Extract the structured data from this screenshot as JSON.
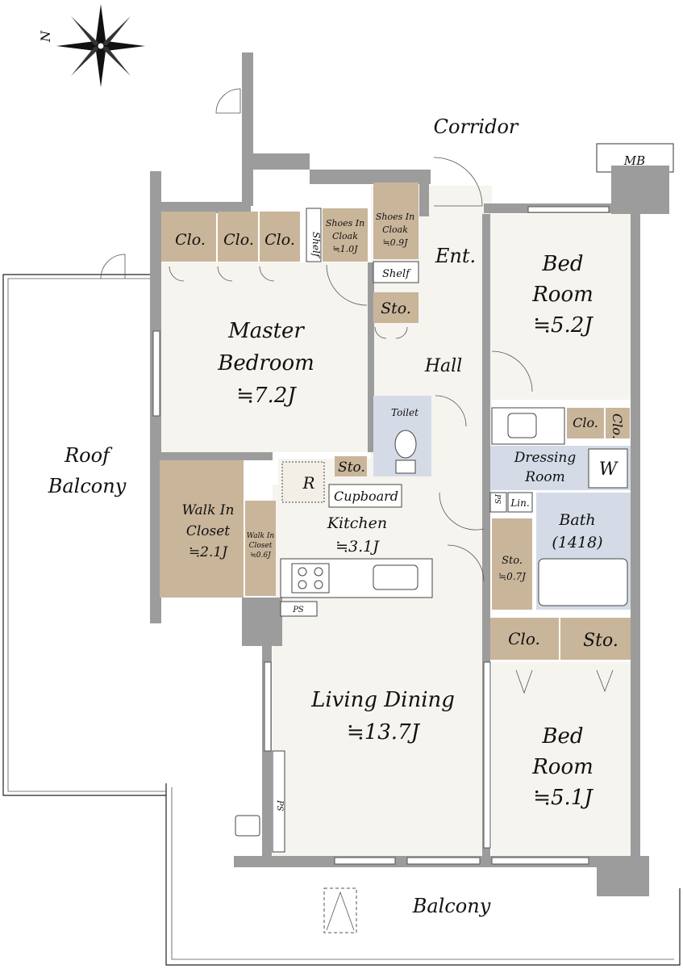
{
  "compass": {
    "north_label": "N"
  },
  "labels": {
    "corridor": "Corridor",
    "mb": "MB",
    "roof_balcony_1": "Roof",
    "roof_balcony_2": "Balcony",
    "balcony": "Balcony",
    "clo": "Clo.",
    "shelf": "Shelf",
    "shoes_cloak_a_1": "Shoes In",
    "shoes_cloak_a_2": "Cloak",
    "shoes_cloak_a_3": "≒1.0J",
    "shoes_cloak_b_1": "Shoes In",
    "shoes_cloak_b_2": "Cloak",
    "shoes_cloak_b_3": "≒0.9J",
    "ent": "Ent.",
    "sto": "Sto.",
    "hall": "Hall",
    "toilet": "Toilet",
    "master_1": "Master",
    "master_2": "Bedroom",
    "master_3": "≒7.2J",
    "bed1_1": "Bed",
    "bed1_2": "Room",
    "bed1_3": "≒5.2J",
    "dressing_1": "Dressing",
    "dressing_2": "Room",
    "washer": "W",
    "ps": "PS",
    "lin": "Lin.",
    "bath_1": "Bath",
    "bath_2": "(1418)",
    "sto_small_1": "Sto.",
    "sto_small_2": "≒0.7J",
    "wic_1": "Walk In",
    "wic_2": "Closet",
    "wic_3": "≒2.1J",
    "wic_small_1": "Walk In",
    "wic_small_2": "Closet",
    "wic_small_3": "≒0.6J",
    "fridge": "R",
    "cupboard": "Cupboard",
    "kitchen_1": "Kitchen",
    "kitchen_2": "≒3.1J",
    "living_1": "Living Dining",
    "living_2": "≒13.7J",
    "bed2_1": "Bed",
    "bed2_2": "Room",
    "bed2_3": "≒5.1J"
  },
  "colors": {
    "room": "#f6f4ef",
    "closet": "#c9b59a",
    "wet_area": "#d5dbe6",
    "wall": "#9c9c9c"
  }
}
